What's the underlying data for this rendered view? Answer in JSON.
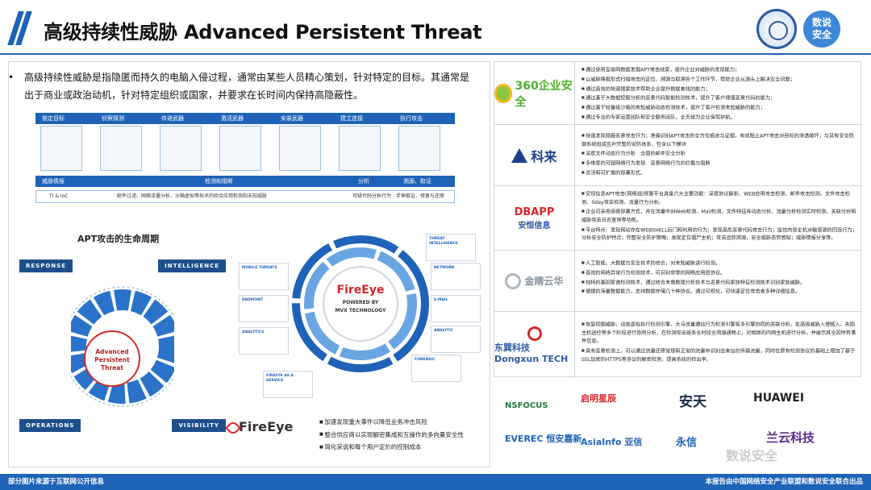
{
  "header": {
    "title": "高级持续性威胁 Advanced Persistent Threat",
    "badge_line1": "数说",
    "badge_line2": "安全"
  },
  "intro": {
    "bullet_marker": "•",
    "text": "高级持续性威胁是指隐匿而持久的电脑入侵过程，通常由某些人员精心策划，针对特定的目标。其通常是出于商业或政治动机，针对特定组织或国家，并要求在长时间内保持高隐蔽性。"
  },
  "flow": {
    "steps": [
      "锁定目标",
      "侦察探测",
      "传递武器",
      "激活武器",
      "安装武器",
      "建立连接",
      "执行攻击"
    ],
    "bar": {
      "left": "威胁情报",
      "middle": "检测和阻断",
      "right1": "分析",
      "right2": "溯源、取证"
    },
    "row": {
      "a": "TI & IoC",
      "b": "邮件过滤、网络流量分析、沙箱虚拟等技术的综合应用检测和未知威胁",
      "c": "可疑代码分析行为",
      "d": "手伸取证、修复与还原"
    }
  },
  "lifecycle": {
    "title": "APT攻击的生命周期",
    "response": "RESPONSE",
    "intelligence": "INTELLIGENCE",
    "operations": "OPERATIONS",
    "visibility": "VISIBILITY",
    "center": "Advanced Persistent Threat"
  },
  "fireeye": {
    "powered": "POWERED BY",
    "mvx": "MVX TECHNOLOGY",
    "brand": "FireEye",
    "boxes": [
      "MOBILE THREATS",
      "ENDPOINT",
      "ANALYTICS",
      "NETWORK",
      "E-MAIL",
      "ANALYTIC",
      "FORENSIC",
      "FIREEYE AS A SERVICE",
      "THREAT INTELLIGENCE"
    ],
    "notes": [
      "加速发现重大事件以降低业务冲击风险",
      "整合供应商以实现解密集成和互操作的多向量安全性",
      "简化采说和每个用户定价的控制成本"
    ]
  },
  "vendors": [
    {
      "name": "360企业安全",
      "items": [
        "通过使用互联网数据发掘APT攻击线索，提升企业对威胁的发现能力；",
        "以威胁情报形式扫描攻击的定位、溯源与取溯各个工作环节，帮助企业从源头上解决安全问题；",
        "通过高效的快速搜索技术帮助企业提升数据查找的能力；",
        "通过基于大数据挖掘分析的恶意代码智能检测技术，提升了客户增值恶意代码的能力；",
        "通过基于轻量级沙箱的未知威胁动态检测技术，提升了客户检测未知威胁的能力；",
        "通过专业的专家运营团队和安全服务团队，全天候为企业保驾护航。"
      ]
    },
    {
      "name": "科来",
      "items": [
        "快速发现隐蔽恶意攻击行为；准确识别APT攻击的全方位痕迹与证据，有效阻止APT攻击对目标的渗透破坏；与其有安全防御系统组成互补完整的安防体系，包含以下模块",
        "深度文件动态行为分析　全面的邮件安全分析",
        "多维度的可疑网络行为发现　恶意网络行为的拦截与阻断",
        "灵活和可扩展的部署形式。"
      ]
    },
    {
      "name": "安恒信息",
      "items": [
        "安恒信息APT攻击(网络战)预警平台具备六大主要功能：深度协议解析、WEB应用攻击检测、邮件攻击检测、文件攻击检测、0day攻击检测、流量行为分析。",
        "企业可采用旁路部署方式，并在流量中对Web检测、Mail检测、文件特征库动态分析、流量分析检测实时检测、关联分析和威胁攻击日志查询等功能。",
        "平台特点：发现网站存在WEBSHELL后门和利用的行为；发现高危恶意代码攻击行为；监控内部主机对敏感源的回连行为；分析安全防护特点；完整安全防护策略；发现定位僵尸主机；攻击追踪溯源，安全威胁态势感知；威胁情报分享等。"
      ]
    },
    {
      "name": "金睛云华",
      "items": [
        "人工智能、大数据与安全技术的结合，对未知威胁进行检测。",
        "高效的网络异常行为检测技术，可识别非零的网络应用层协议。",
        "独特的基因家谱检测技术，通过结合未像数理分析技术与恶意代码家族特征检测技术识别家族威胁。",
        "便捷的海量数据能力，支持数据存储几十种协议。通过可视化，可快速定位攻击者多种详细信息。"
      ]
    },
    {
      "name": "东巽科技 Dongxun TECH",
      "items": [
        "恢复挖掘威胁、动态虚拟执行检测引擎、大马流量遇信行为检测引擎等多引擎协同的关联分析，在高级威胁入侵植入、失陷主机遥控等多个阶段进行协同分析，在检测攻击链条全时段全溯源通畅上，对相继的内网主机进行分析，并展示其全因所有事件信息。",
        "具有恶意检测上，可以通过流量还原常规和正常的流量中识别出来信的传输流量，同时在原有检测协议的基础上增加了基于SSL加密的HTTPS等协议的解密检测，提高系统的检出率。"
      ]
    }
  ],
  "partners": [
    "NSFOCUS",
    "启明星辰",
    "安天",
    "HUAWEI",
    "EVEREC 恒安嘉新",
    "AsiaInfo 亚信",
    "永信",
    "兰云科技"
  ],
  "watermark": "数说安全",
  "footer": {
    "left": "部分图片来源于互联网公开信息",
    "right": "本报告由中国网络安全产业联盟和数说安全联合出品"
  },
  "colors": {
    "brand_blue": "#1e63b8",
    "dark_navy": "#1e4f8c",
    "threat_red": "#d52b2b"
  }
}
